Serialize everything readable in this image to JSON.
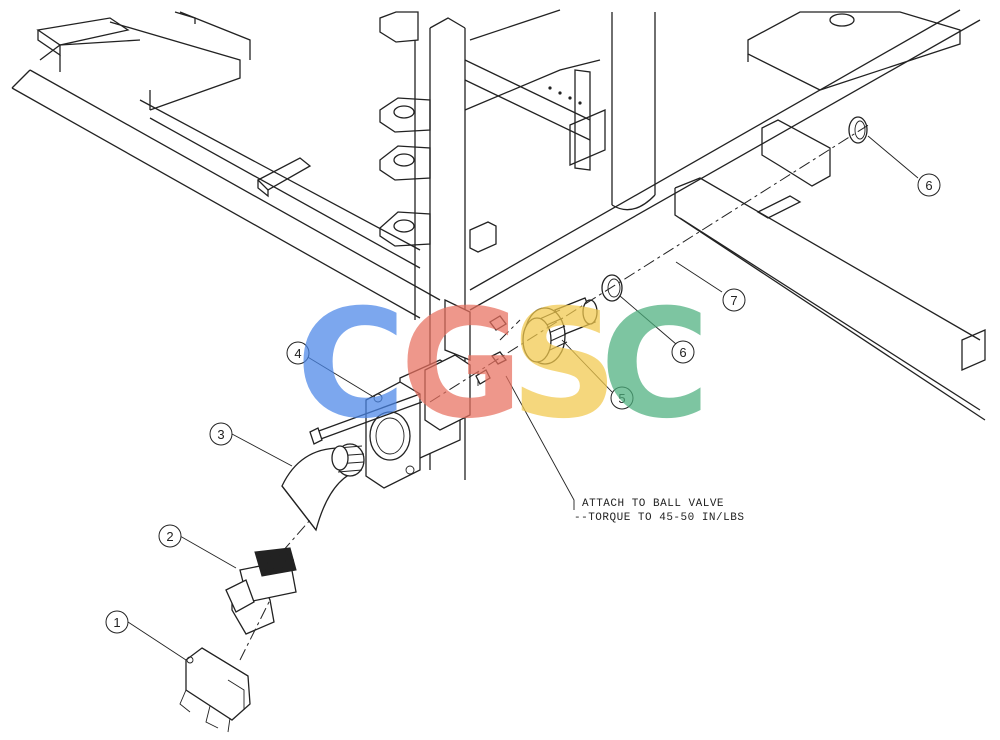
{
  "diagram": {
    "callouts": [
      {
        "id": "1",
        "label": "1"
      },
      {
        "id": "2",
        "label": "2"
      },
      {
        "id": "3",
        "label": "3"
      },
      {
        "id": "4",
        "label": "4"
      },
      {
        "id": "5",
        "label": "5"
      },
      {
        "id": "6a",
        "label": "6"
      },
      {
        "id": "6b",
        "label": "6"
      },
      {
        "id": "7",
        "label": "7"
      }
    ],
    "note": {
      "line1": "ATTACH TO BALL VALVE",
      "line2": "--TORQUE TO 45-50 IN/LBS"
    },
    "watermark": {
      "letters": [
        "C",
        "G",
        "S",
        "C"
      ],
      "colors": [
        "#4a86e8",
        "#e8705f",
        "#f2c94c",
        "#4caf7d"
      ]
    }
  }
}
